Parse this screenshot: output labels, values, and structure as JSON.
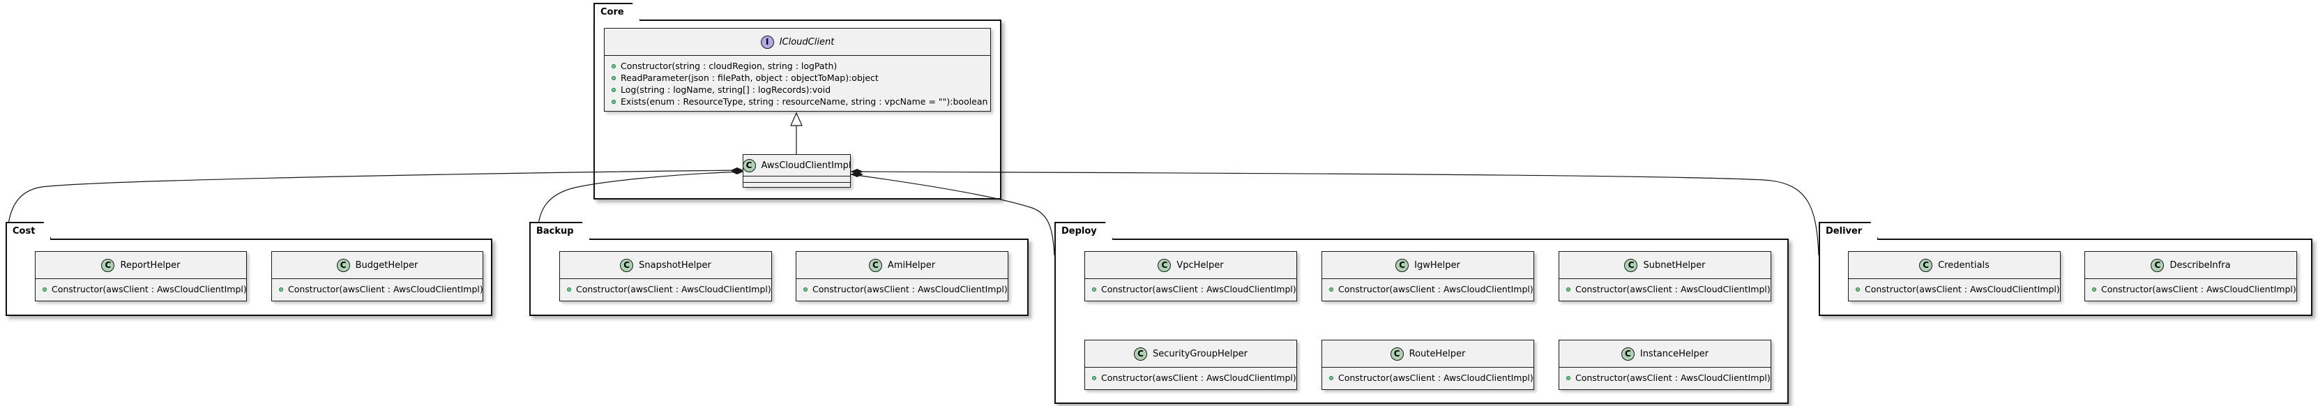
{
  "packages": {
    "core": {
      "name": "Core"
    },
    "cost": {
      "name": "Cost"
    },
    "backup": {
      "name": "Backup"
    },
    "deploy": {
      "name": "Deploy"
    },
    "deliver": {
      "name": "Deliver"
    }
  },
  "classes": {
    "icloud_client": {
      "stereotype": "I",
      "name": "ICloudClient",
      "members": [
        "Constructor(string : cloudRegion, string : logPath)",
        "ReadParameter(json : filePath, object : objectToMap):object",
        "Log(string : logName, string[] : logRecords):void",
        "Exists(enum : ResourceType, string : resourceName, string : vpcName = \"\"):boolean"
      ]
    },
    "aws_cloud_client_impl": {
      "stereotype": "C",
      "name": "AwsCloudClientImpl"
    },
    "report_helper": {
      "stereotype": "C",
      "name": "ReportHelper",
      "member": "Constructor(awsClient : AwsCloudClientImpl)"
    },
    "budget_helper": {
      "stereotype": "C",
      "name": "BudgetHelper",
      "member": "Constructor(awsClient : AwsCloudClientImpl)"
    },
    "snapshot_helper": {
      "stereotype": "C",
      "name": "SnapshotHelper",
      "member": "Constructor(awsClient : AwsCloudClientImpl)"
    },
    "ami_helper": {
      "stereotype": "C",
      "name": "AmiHelper",
      "member": "Constructor(awsClient : AwsCloudClientImpl)"
    },
    "vpc_helper": {
      "stereotype": "C",
      "name": "VpcHelper",
      "member": "Constructor(awsClient : AwsCloudClientImpl)"
    },
    "igw_helper": {
      "stereotype": "C",
      "name": "IgwHelper",
      "member": "Constructor(awsClient : AwsCloudClientImpl)"
    },
    "subnet_helper": {
      "stereotype": "C",
      "name": "SubnetHelper",
      "member": "Constructor(awsClient : AwsCloudClientImpl)"
    },
    "security_group_helper": {
      "stereotype": "C",
      "name": "SecurityGroupHelper",
      "member": "Constructor(awsClient : AwsCloudClientImpl)"
    },
    "route_helper": {
      "stereotype": "C",
      "name": "RouteHelper",
      "member": "Constructor(awsClient : AwsCloudClientImpl)"
    },
    "instance_helper": {
      "stereotype": "C",
      "name": "InstanceHelper",
      "member": "Constructor(awsClient : AwsCloudClientImpl)"
    },
    "credentials": {
      "stereotype": "C",
      "name": "Credentials",
      "member": "Constructor(awsClient : AwsCloudClientImpl)"
    },
    "describe_infra": {
      "stereotype": "C",
      "name": "DescribeInfra",
      "member": "Constructor(awsClient : AwsCloudClientImpl)"
    }
  },
  "colors": {
    "class_fill": "#f1f1f1",
    "class_badge": "#add1b2",
    "interface_badge": "#b4a7e5",
    "member_dot": "#84be84",
    "line": "#181818"
  }
}
